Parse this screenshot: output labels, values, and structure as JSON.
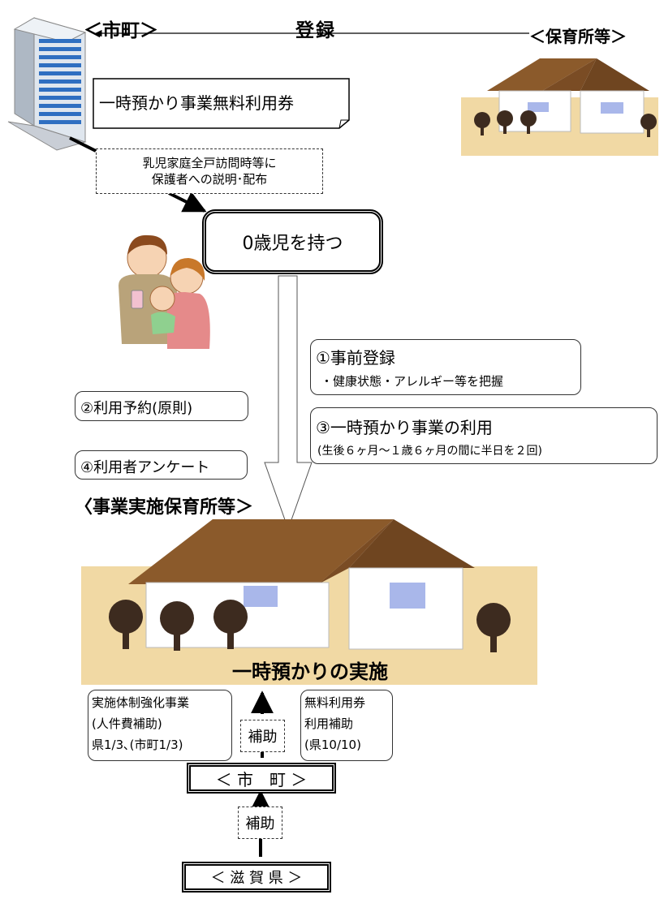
{
  "top": {
    "city_label": "＜市町＞",
    "registration_label": "登録",
    "nursery_label": "＜保育所等＞",
    "voucher_label": "一時預かり事業無料利用券"
  },
  "explain_box": {
    "line1": "乳児家庭全戸訪問時等に",
    "line2": "保護者への説明･配布"
  },
  "family_box": {
    "label": "0歳児を持つ"
  },
  "steps": {
    "step1_title": "①事前登録",
    "step1_detail": "・健康状態・アレルギー等を把握",
    "step2": "②利用予約(原則)",
    "step3_title": "③一時預かり事業の利用",
    "step3_detail": "(生後６ヶ月～１歳６ヶ月の間に半日を２回)",
    "step4": "④利用者アンケート"
  },
  "facility": {
    "title": "〈事業実施保育所等＞",
    "implementation": "一時預かりの実施"
  },
  "subsidy": {
    "left_line1": "実施体制強化事業",
    "left_line2": "(人件費補助)",
    "left_line3": "県1/3､(市町1/3)",
    "right_line1": "無料利用券",
    "right_line2": "利用補助",
    "right_line3": "(県10/10)",
    "hojo_upper": "補助",
    "hojo_lower": "補助",
    "city_box": "＜ 市　町 ＞",
    "pref_box": "＜ 滋 賀 県 ＞"
  },
  "colors": {
    "building_blue": "#2f6fc1",
    "roof_brown": "#8b5a2b",
    "ground_tan": "#f1d9a4",
    "tree_dark": "#3d2b1f"
  }
}
